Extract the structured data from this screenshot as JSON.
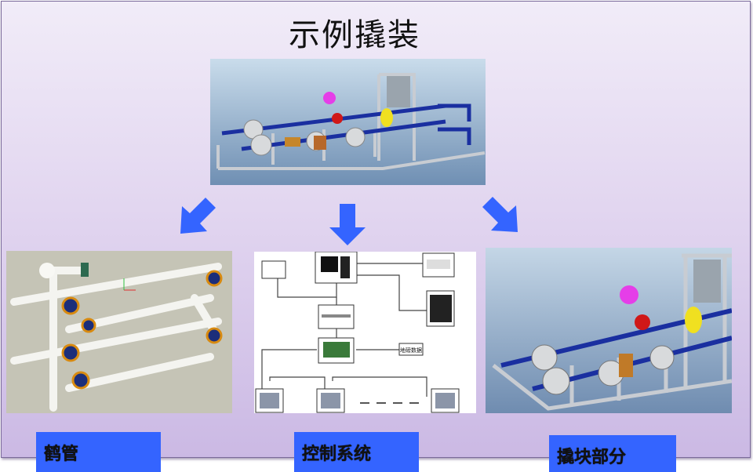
{
  "slide": {
    "title": "示例撬装",
    "accent_color": "#3464ff",
    "images": {
      "top": {
        "name": "skid-3d-render"
      },
      "left": {
        "name": "loading-arm-3d-render"
      },
      "middle": {
        "name": "control-system-diagram",
        "node_label": "地磅数据"
      },
      "right": {
        "name": "skid-block-3d-render"
      }
    },
    "arrows": [
      "arrow-down-left-icon",
      "arrow-down-icon",
      "arrow-down-right-icon"
    ],
    "labels": [
      {
        "text": "鹤管"
      },
      {
        "text": "控制系统"
      },
      {
        "text": "撬块部分"
      }
    ]
  }
}
